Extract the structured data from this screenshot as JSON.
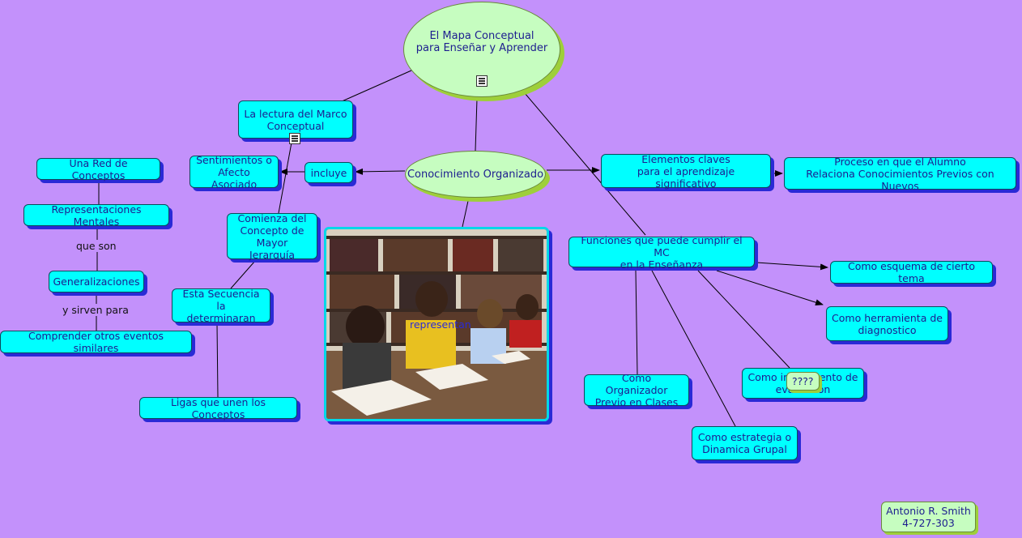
{
  "concept_map": {
    "root": "El Mapa Conceptual\npara Enseñar y Aprender",
    "hub": "Conocimiento Organizado",
    "nodes": {
      "lectura": "La lectura del Marco\nConceptual",
      "sentimientos": "Sentimientos o\nAfecto Asociado",
      "incluye": "incluye",
      "elementos": "Elementos claves\npara el aprendizaje significativo",
      "proceso": "Proceso en que el Alumno\nRelaciona Conocimientos Previos con Nuevos",
      "red": "Una Red de Conceptos",
      "representaciones": "Representaciones Mentales",
      "generalizaciones": "Generalizaciones",
      "comprender": "Comprender otros eventos similares",
      "comienza": "Comienza del\nConcepto de\nMayor Jerarquía",
      "secuencia": "Esta Secuencia la\ndeterminaran",
      "ligas": "Ligas que unen los Conceptos",
      "funciones": "Funciones que puede cumplir el MC\nen la Enseñanza",
      "esquema": "Como esquema de cierto tema",
      "herramienta": "Como herramienta de\ndiagnostico",
      "instrumento": "Como instrumento de\nevaluación",
      "organizador": "Como Organizador\nPrevio en Clases",
      "estrategia": "Como estrategia o\nDinamica Grupal"
    },
    "link_labels": {
      "que_son": "que son",
      "y_sirven": "y sirven para"
    },
    "photo_caption": "representan",
    "tooltip": "????"
  },
  "author": {
    "name": "Antonio R. Smith",
    "id": "4-727-303"
  },
  "colors": {
    "background": "#c391fb",
    "node_fill": "#00ffff",
    "oval_fill": "#c6fdc0",
    "text": "#1d1d8f",
    "node_shadow": "#2a2ad6",
    "oval_shadow": "#9ecf3a"
  },
  "icons": [
    "document-icon"
  ]
}
